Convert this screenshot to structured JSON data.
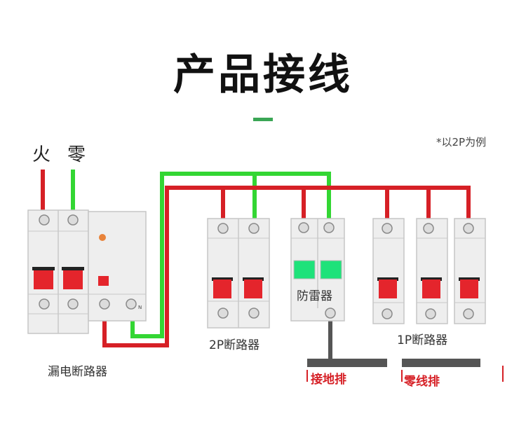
{
  "title": "产品接线",
  "note": "*以2P为例",
  "labels": {
    "live": "火",
    "neutral": "零",
    "rcbo": "漏电断路器",
    "breaker_2p": "2P断路器",
    "breaker_1p": "1P断路器",
    "surge": "防雷器",
    "ground_bar": "接地排",
    "neutral_bar": "零线排",
    "rcbo_n": "N"
  },
  "colors": {
    "live": "#d62026",
    "neutral": "#33d633",
    "handle": "#e4252c",
    "surge_window": "#1ee27a",
    "bar": "#555555",
    "accent": "#3aa655"
  }
}
